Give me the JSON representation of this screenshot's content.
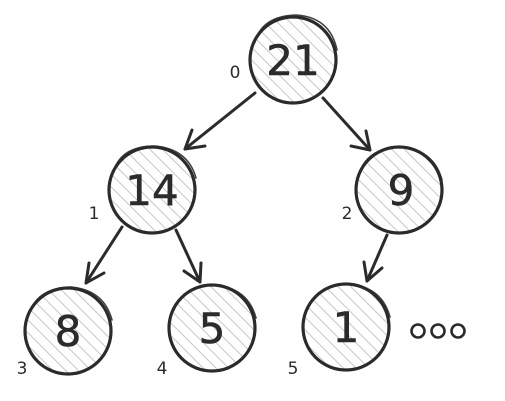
{
  "heap": {
    "nodes": [
      {
        "index": "0",
        "value": "21"
      },
      {
        "index": "1",
        "value": "14"
      },
      {
        "index": "2",
        "value": "9"
      },
      {
        "index": "3",
        "value": "8"
      },
      {
        "index": "4",
        "value": "5"
      },
      {
        "index": "5",
        "value": "1"
      }
    ],
    "edges": [
      {
        "from": 0,
        "to": 1
      },
      {
        "from": 0,
        "to": 2
      },
      {
        "from": 1,
        "to": 3
      },
      {
        "from": 1,
        "to": 4
      },
      {
        "from": 2,
        "to": 5
      }
    ],
    "continuation": "more-nodes-ellipsis",
    "colors": {
      "ink": "#2b2b2b",
      "hatch": "#b8b8b8",
      "background": "#ffffff"
    }
  }
}
